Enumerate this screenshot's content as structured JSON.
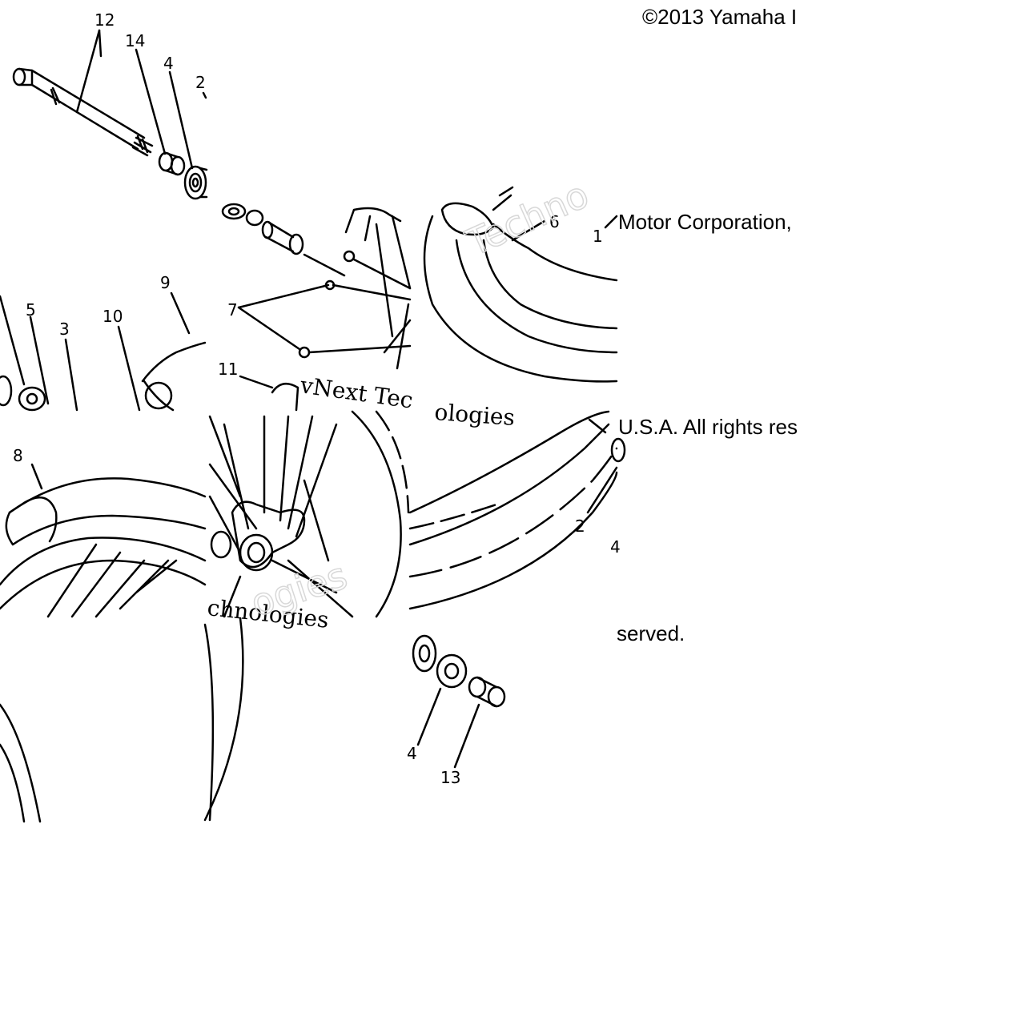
{
  "copyright": {
    "line1": "©2013 Yamaha I",
    "line2": "Motor Corporation,",
    "line3": "U.S.A. All rights res",
    "line4": "served."
  },
  "callouts": [
    "12",
    "14",
    "4",
    "2",
    "5",
    "3",
    "10",
    "9",
    "7",
    "11",
    "6",
    "1",
    "8",
    "2",
    "4",
    "4",
    "13"
  ],
  "watermark": {
    "text": "vNext Tec",
    "text2": "ologies",
    "text3": "chnologies",
    "ghost1": "Techno",
    "ghost2": "ogies"
  }
}
